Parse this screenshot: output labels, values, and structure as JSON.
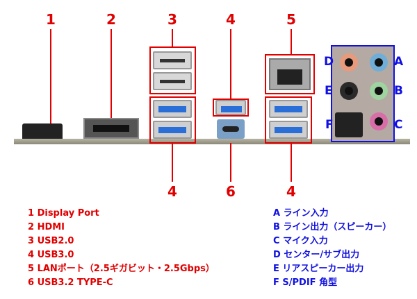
{
  "top_labels": [
    "1",
    "2",
    "3",
    "4",
    "5"
  ],
  "bottom_labels": [
    "4",
    "6",
    "4"
  ],
  "audio_labels": {
    "A": "A",
    "B": "B",
    "C": "C",
    "D": "D",
    "E": "E",
    "F": "F"
  },
  "legend_left": [
    "1 Display Port",
    "2 HDMI",
    "3 USB2.0",
    "4 USB3.0",
    "5 LANポート（2.5ギガビット・2.5Gbps）",
    "6 USB3.2 TYPE-C"
  ],
  "legend_right": [
    "A ライン入力",
    "B ライン出力（スピーカー）",
    "C マイク入力",
    "D センター/サブ出力",
    "E リアスピーカー出力",
    "F S/PDIF 角型"
  ],
  "colors": {
    "port_labels": "#e00000",
    "audio_labels": "#1010e0"
  }
}
